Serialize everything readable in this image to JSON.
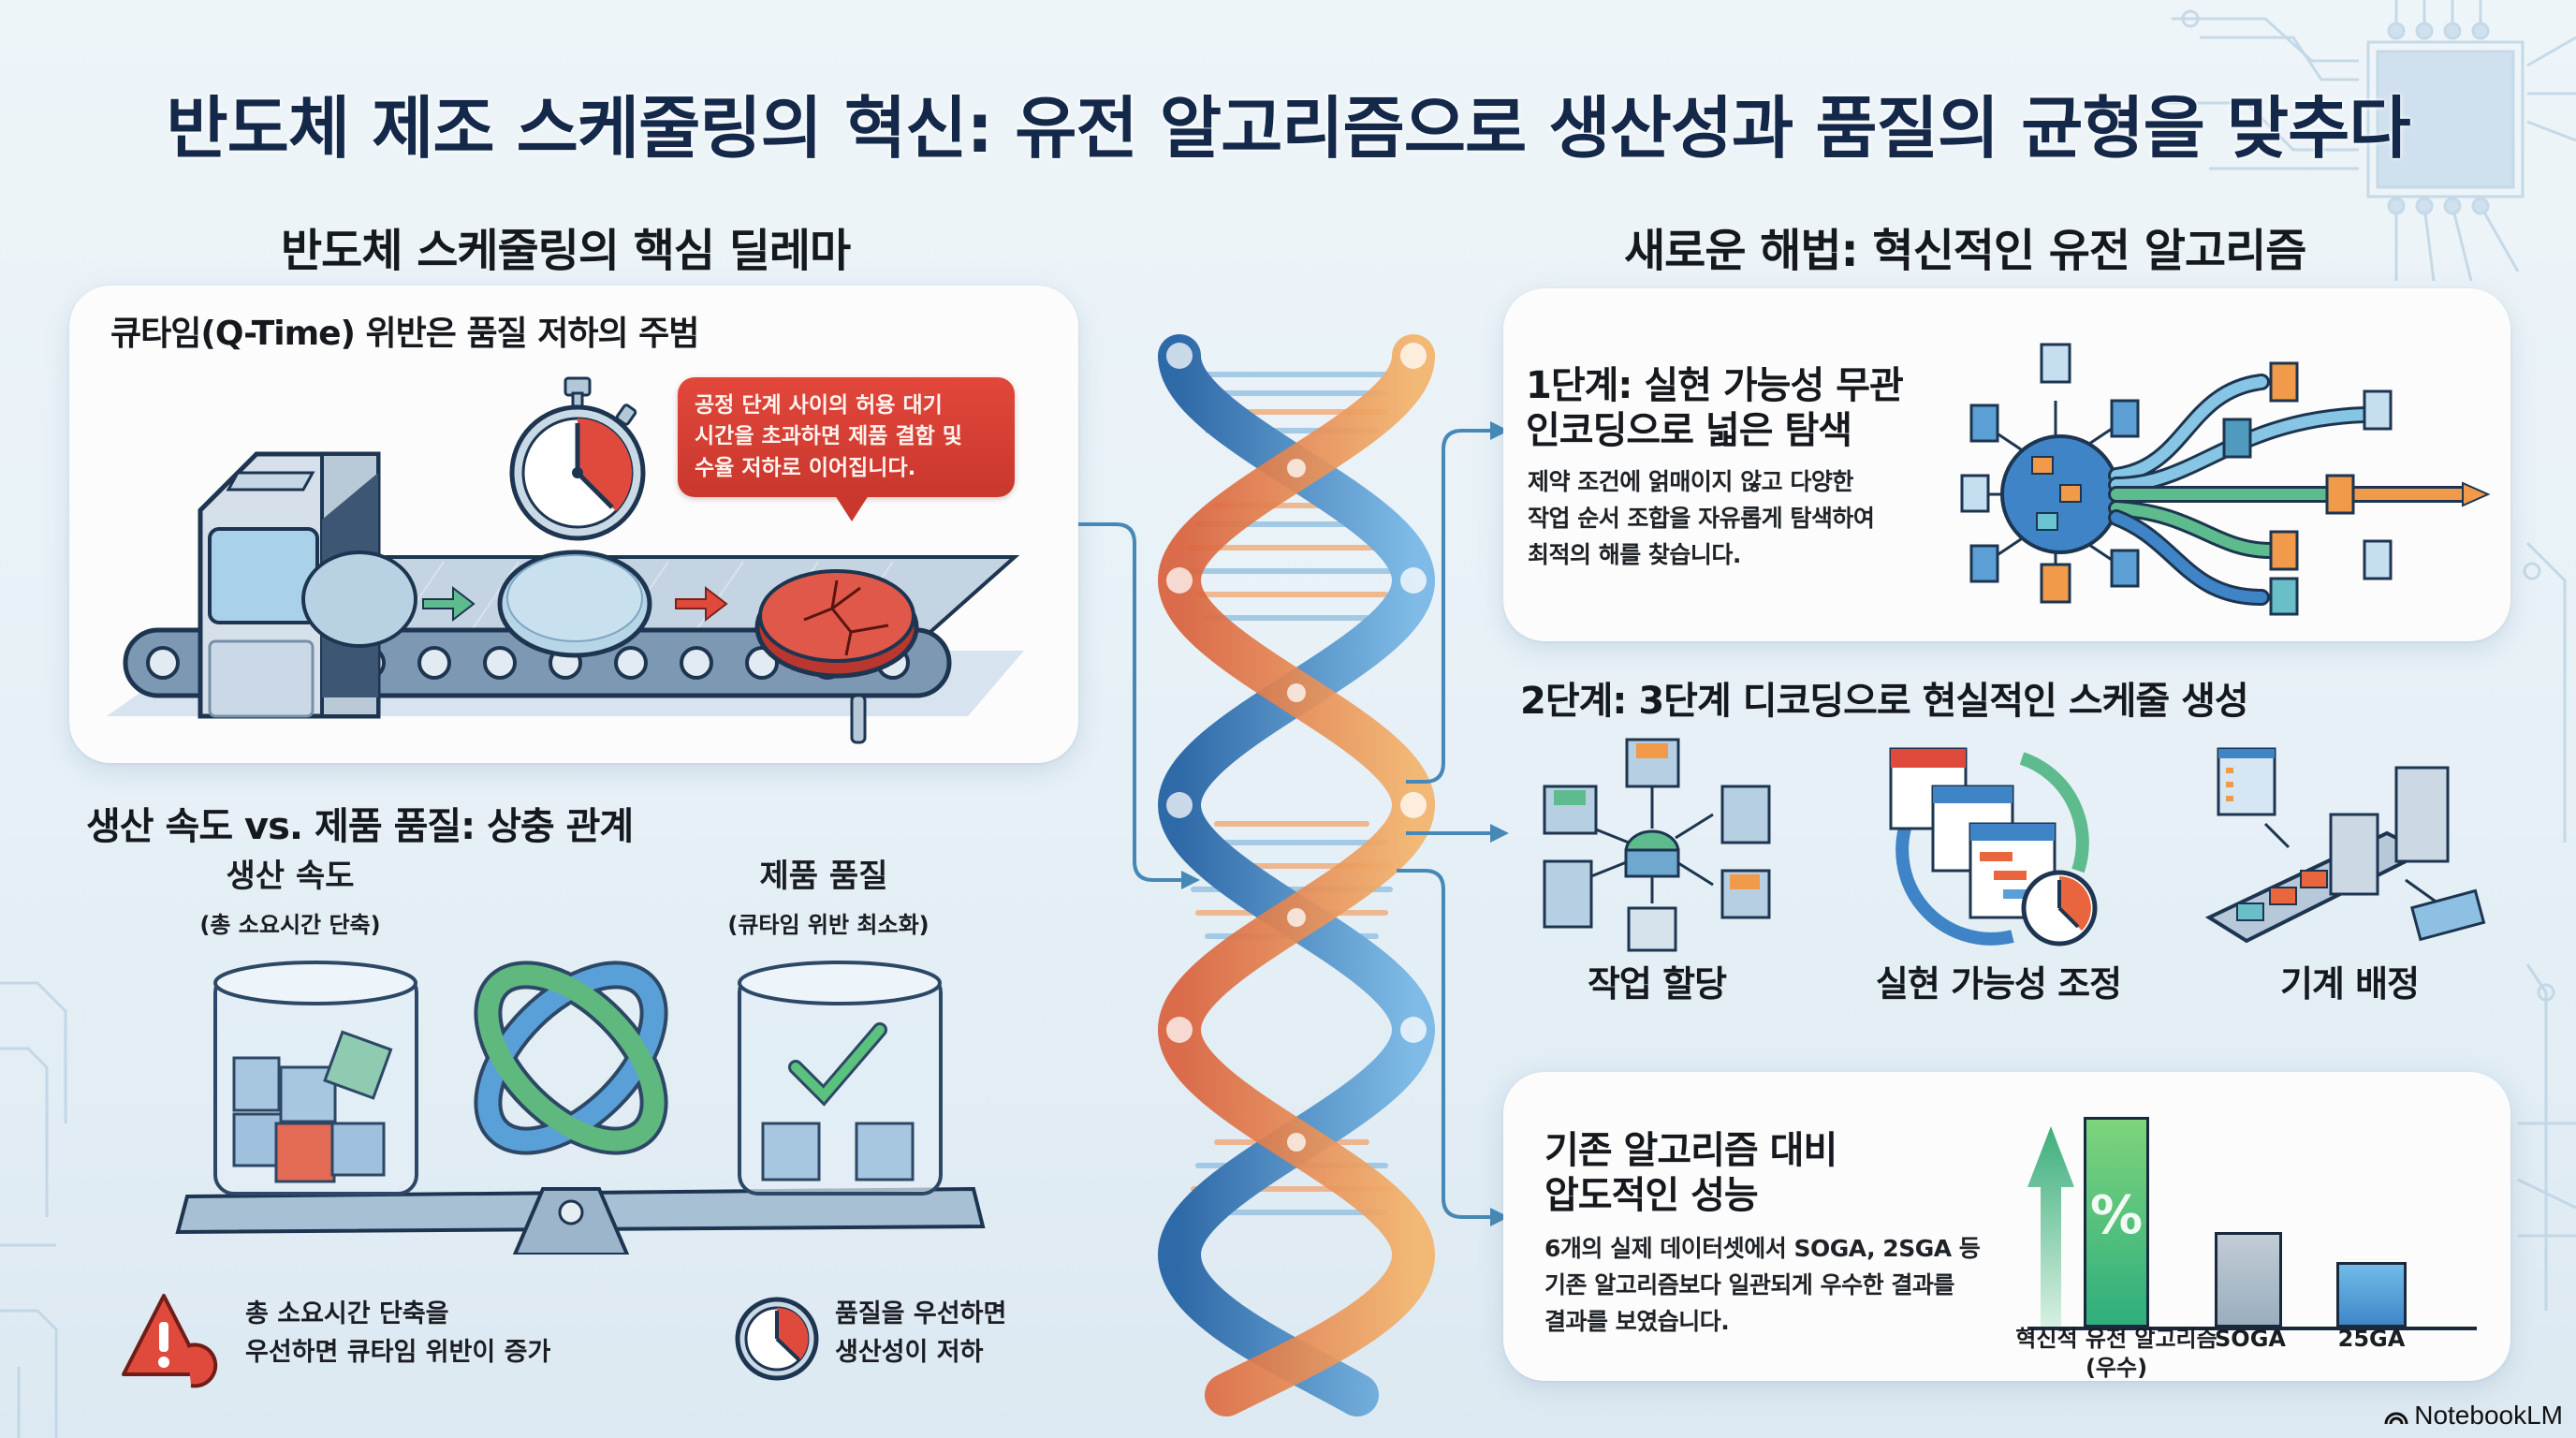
{
  "title": "반도체 제조 스케줄링의 혁신: 유전 알고리즘으로 생산성과 품질의 균형을 맞추다",
  "left": {
    "section_title": "반도체 스케줄링의 핵심 딜레마",
    "qtime_card": {
      "title": "큐타임(Q-Time) 위반은 품질 저하의 주범",
      "bubble_lines": [
        "공정 단계 사이의 허용 대기",
        "시간을 초과하면 제품 결함 및",
        "수율 저하로 이어집니다."
      ],
      "icons": [
        "conveyor-machine-icon",
        "stopwatch-icon",
        "wafer-icon",
        "cracked-wafer-icon"
      ]
    },
    "tradeoff": {
      "title": "생산 속도 vs. 제품 품질: 상충 관계",
      "speed": {
        "label": "생산 속도",
        "sub": "(총 소요시간 단축)"
      },
      "quality": {
        "label": "제품 품질",
        "sub": "(큐타임 위반 최소화)"
      },
      "warning_left": [
        "총 소요시간 단축을",
        "우선하면 큐타임 위반이 증가"
      ],
      "warning_right": [
        "품질을 우선하면",
        "생산성이 저하"
      ]
    }
  },
  "right": {
    "section_title": "새로운 해법: 혁신적인 유전 알고리즘",
    "step1": {
      "title_lines": [
        "1단계: 실현 가능성 무관",
        "인코딩으로 넓은 탐색"
      ],
      "body_lines": [
        "제약 조건에 얽매이지 않고 다양한",
        "작업 순서 조합을 자유롭게 탐색하여",
        "최적의 해를 찾습니다."
      ]
    },
    "step2": {
      "title": "2단계: 3단계 디코딩으로 현실적인 스케줄 생성",
      "items": [
        {
          "label": "작업 할당",
          "icon": "job-assignment-icon"
        },
        {
          "label": "실현 가능성 조정",
          "icon": "calendar-cycle-icon"
        },
        {
          "label": "기계 배정",
          "icon": "machine-assignment-icon"
        }
      ]
    },
    "performance": {
      "title_lines": [
        "기존 알고리즘 대비",
        "압도적인 성능"
      ],
      "body_lines": [
        "6개의 실제 데이터셋에서 SOGA, 2SGA 등",
        "기존 알고리즘보다 일관되게 우수한 결과를",
        "결과를 보였습니다."
      ],
      "percent_symbol": "%"
    }
  },
  "chart_data": {
    "type": "bar",
    "title": "기존 알고리즘 대비 압도적인 성능",
    "categories": [
      "혁신적 유전 알고리즘 (우수)",
      "SOGA",
      "25GA"
    ],
    "values": [
      100,
      45,
      30
    ],
    "colors": [
      "#3dbb7c",
      "#a9b9c6",
      "#4d9fd8"
    ],
    "xlabel": "",
    "ylabel": "",
    "ylim": [
      0,
      100
    ],
    "grid": false,
    "legend": "none",
    "annotations": [
      "%",
      "up-arrow"
    ]
  },
  "colors": {
    "title": "#14284a",
    "accent_red": "#d63e33",
    "accent_green": "#3dbb7c",
    "accent_blue": "#3f86c0",
    "orange": "#e8853e"
  },
  "branding": {
    "logo_text": "NotebookLM"
  }
}
